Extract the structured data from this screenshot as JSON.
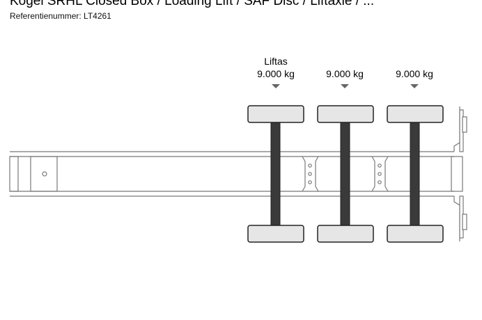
{
  "header": {
    "title": "Kögel SRHL Closed Box / Loading Lift / SAF Disc / Liftaxle / ...",
    "reference": "Referentienummer: LT4261"
  },
  "axles": [
    {
      "label": "Liftas",
      "load": "9.000 kg"
    },
    {
      "label": "",
      "load": "9.000 kg"
    },
    {
      "label": "",
      "load": "9.000 kg"
    }
  ],
  "colors": {
    "line": "#777777",
    "frame_fill": "#ffffff",
    "tire_fill": "#e6e6e6",
    "axle_fill": "#3a3a3a",
    "arrow": "#666666"
  }
}
